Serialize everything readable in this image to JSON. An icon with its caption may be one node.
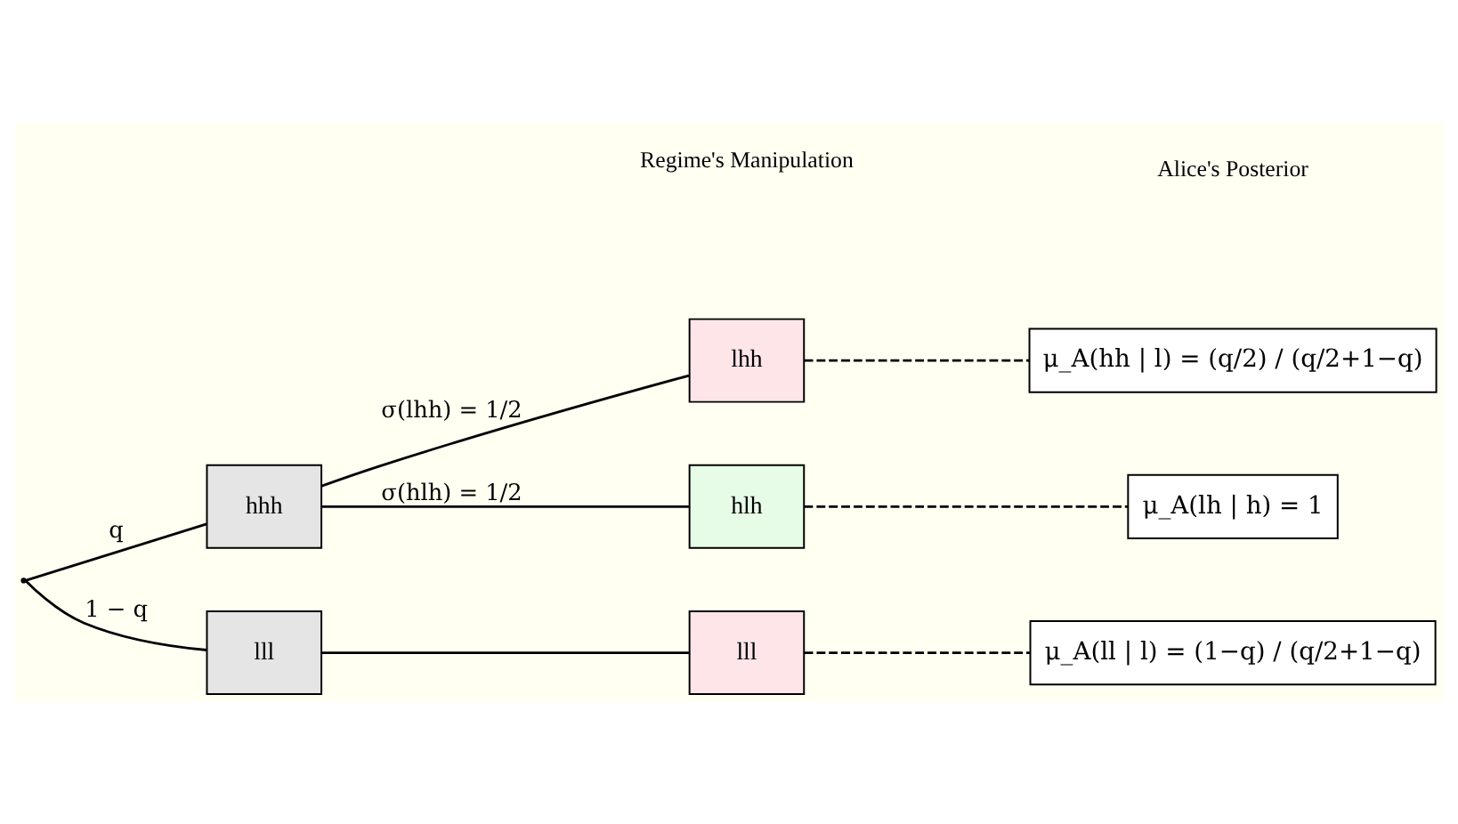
{
  "diagram": {
    "nodes": [
      {
        "text": [],
        "shape": "point"
      },
      {
        "text": [
          "hhh"
        ]
      },
      {
        "text": [
          "lll"
        ]
      },
      {
        "text": [
          "lhh"
        ]
      },
      {
        "text": [
          "hlh"
        ]
      },
      {
        "text": [
          "lll"
        ]
      },
      {
        "text": [
          "μ_A(hh | l) = (q/2) / (q/2+1−q)"
        ]
      },
      {
        "text": [
          "μ_A(lh | h) = 1"
        ]
      },
      {
        "text": [
          "μ_A(ll | l) = (1−q) / (q/2+1−q)"
        ]
      }
    ],
    "edges": [
      {
        "from": 0,
        "to": 1,
        "arrow": "none",
        "label": "q"
      },
      {
        "from": 0,
        "to": 2,
        "arrow": "none",
        "label": "1 − q"
      },
      {
        "from": 1,
        "to": 3,
        "arrow": "none",
        "label": "σ(lhh) = 1/2"
      },
      {
        "from": 1,
        "to": 4,
        "arrow": "none",
        "label": "σ(hlh) = 1/2"
      },
      {
        "from": 2,
        "to": 5,
        "arrow": "none"
      },
      {
        "from": 3,
        "to": 6,
        "arrow": "none",
        "style": "dashed"
      },
      {
        "from": 4,
        "to": 7,
        "arrow": "none",
        "style": "dashed"
      },
      {
        "from": 5,
        "to": 8,
        "arrow": "none",
        "style": "dashed"
      }
    ],
    "labels": [
      "Regime's Manipulation",
      "Alice's Posterior"
    ]
  }
}
